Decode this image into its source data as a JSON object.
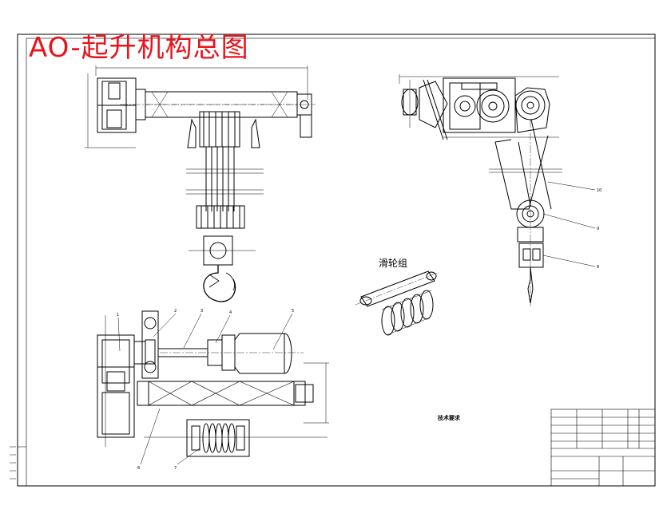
{
  "drawing": {
    "title": "AO-起升机构总图",
    "pulley_group_label": "滑轮组",
    "callouts": [
      "1",
      "2",
      "3",
      "4",
      "5",
      "6",
      "7",
      "8",
      "9",
      "10"
    ],
    "tech_req_title": "技术要求"
  },
  "colors": {
    "title": "#e8141c",
    "line": "#000000",
    "background": "#ffffff"
  }
}
